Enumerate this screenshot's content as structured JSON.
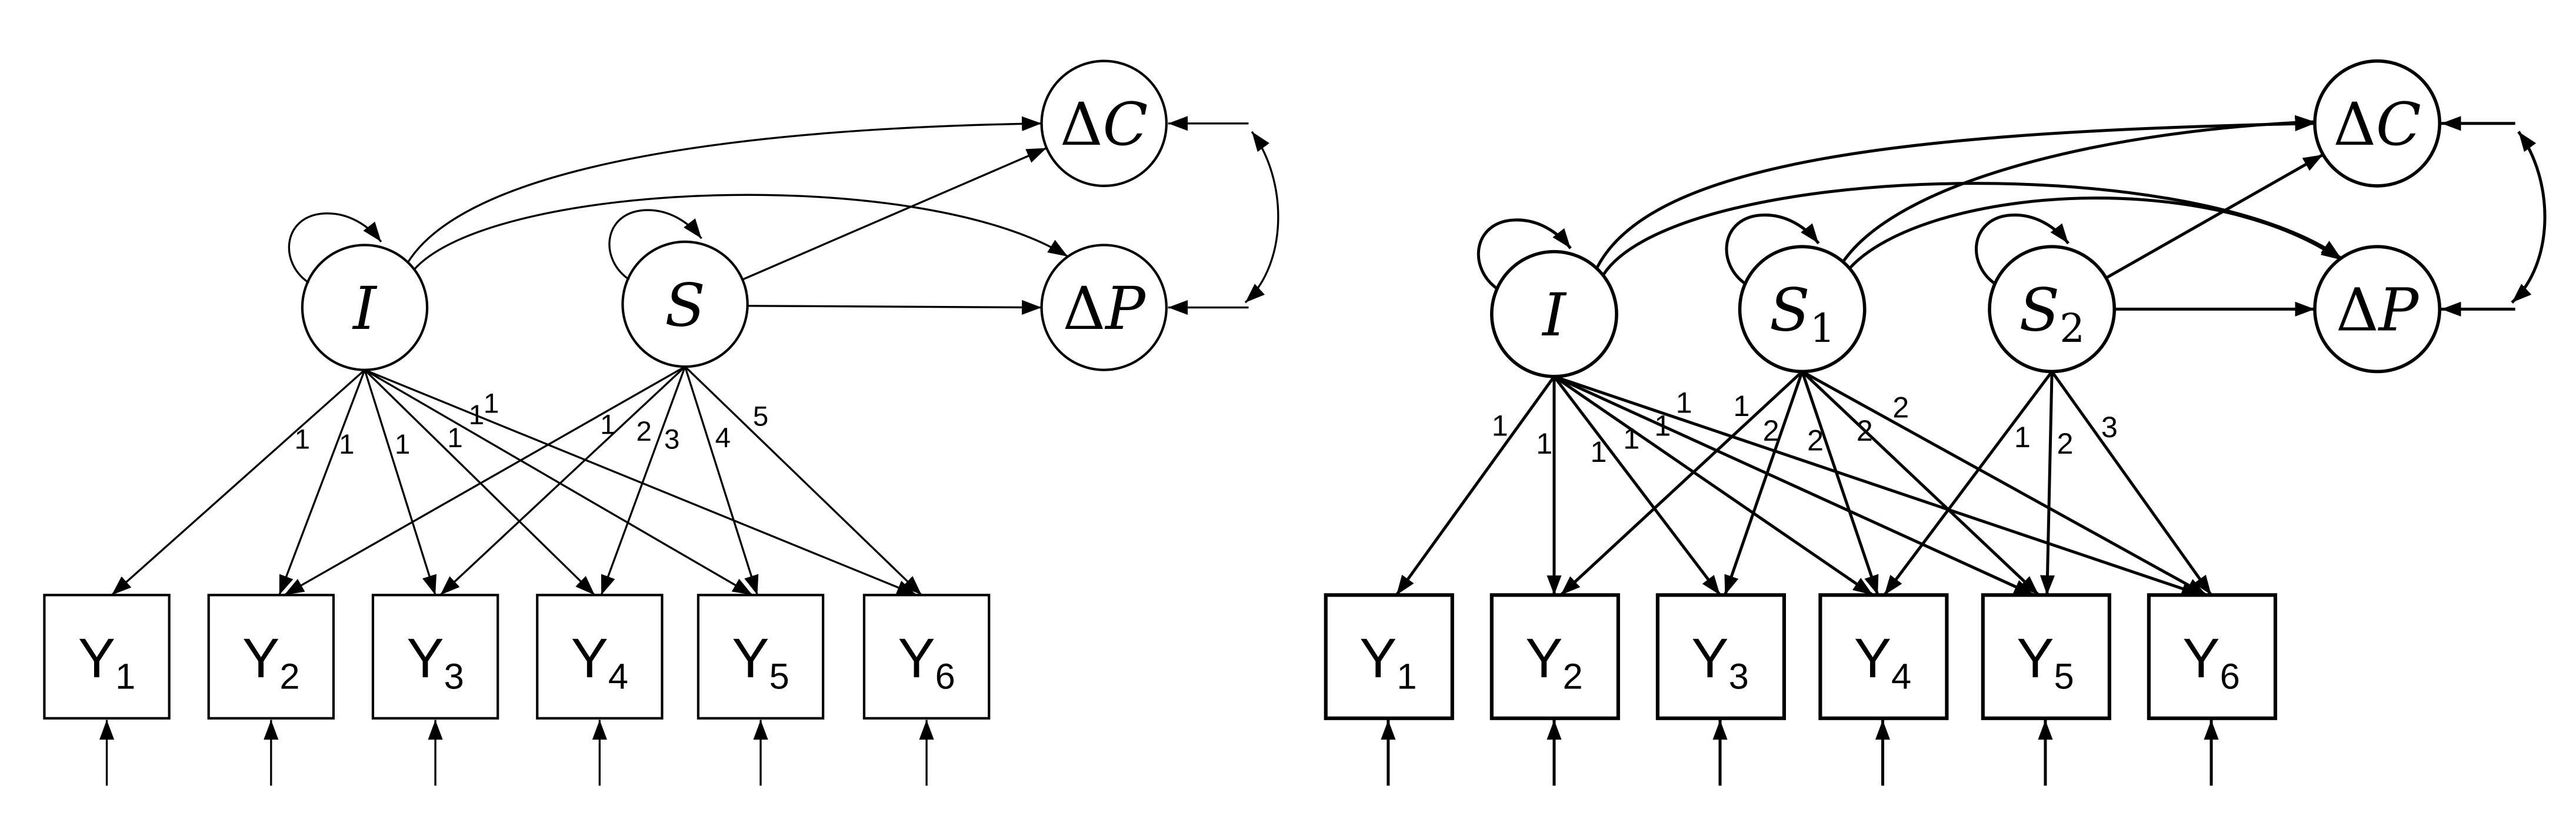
{
  "left": {
    "latent": {
      "intercept": {
        "label": "I"
      },
      "slope": {
        "label": "S"
      },
      "delta_c": {
        "prefix": "Δ",
        "letter": "C"
      },
      "delta_p": {
        "prefix": "Δ",
        "letter": "P"
      }
    },
    "indicators": [
      {
        "base": "Y",
        "sub": "1"
      },
      {
        "base": "Y",
        "sub": "2"
      },
      {
        "base": "Y",
        "sub": "3"
      },
      {
        "base": "Y",
        "sub": "4"
      },
      {
        "base": "Y",
        "sub": "5"
      },
      {
        "base": "Y",
        "sub": "6"
      }
    ],
    "intercept_loadings": [
      "1",
      "1",
      "1",
      "1",
      "1",
      "1"
    ],
    "slope_loadings": [
      "1",
      "2",
      "3",
      "4",
      "5"
    ]
  },
  "right": {
    "latent": {
      "intercept": {
        "label": "I"
      },
      "slope1": {
        "base": "S",
        "sub": "1"
      },
      "slope2": {
        "base": "S",
        "sub": "2"
      },
      "delta_c": {
        "prefix": "Δ",
        "letter": "C"
      },
      "delta_p": {
        "prefix": "Δ",
        "letter": "P"
      }
    },
    "indicators": [
      {
        "base": "Y",
        "sub": "1"
      },
      {
        "base": "Y",
        "sub": "2"
      },
      {
        "base": "Y",
        "sub": "3"
      },
      {
        "base": "Y",
        "sub": "4"
      },
      {
        "base": "Y",
        "sub": "5"
      },
      {
        "base": "Y",
        "sub": "6"
      }
    ],
    "intercept_loadings": [
      "1",
      "1",
      "1",
      "1",
      "1",
      "1"
    ],
    "slope1_loadings": [
      "1",
      "2",
      "2",
      "2",
      "2"
    ],
    "slope2_loadings": [
      "1",
      "2",
      "3"
    ]
  }
}
